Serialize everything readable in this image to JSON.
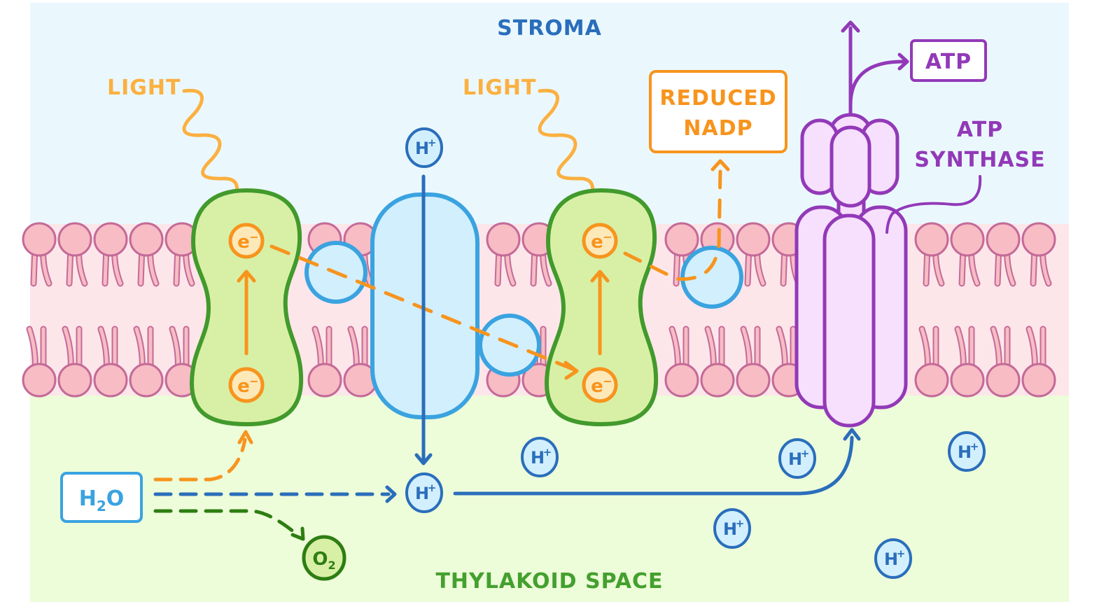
{
  "regions": {
    "stroma": "STROMA",
    "thylakoid_space": "THYLAKOID SPACE"
  },
  "labels": {
    "light_1": "LIGHT",
    "light_2": "LIGHT",
    "reduced_nadp_line1": "REDUCED",
    "reduced_nadp_line2": "NADP",
    "atp": "ATP",
    "atp_synthase_line1": "ATP",
    "atp_synthase_line2": "SYNTHASE",
    "water_h": "H",
    "water_sub": "2",
    "water_o": "O",
    "oxygen_o": "O",
    "oxygen_sub": "2"
  },
  "particles": {
    "electron": {
      "base": "e",
      "sup": "−"
    },
    "proton": {
      "base": "H",
      "sup": "+"
    }
  },
  "colors": {
    "stroma_bg": "#eaf8fe",
    "thylakoid_bg": "#edfcd9",
    "membrane_bg": "#fde6ea",
    "phospholipid_fill": "#f7bcc4",
    "phospholipid_stroke": "#c46a98",
    "photosystem_fill": "#d8f0a6",
    "photosystem_stroke": "#429a2c",
    "carrier_fill": "#d2effd",
    "carrier_stroke": "#3aa3e0",
    "electron_color": "#f7941d",
    "light_color": "#fbb040",
    "proton_color": "#2a6ebb",
    "oxygen_color": "#2e7d12",
    "atp_synthase_fill": "#f7e0fd",
    "atp_synthase_stroke": "#9239b8",
    "stroma_text": "#2a6ebb",
    "thylakoid_text": "#44a02e"
  }
}
